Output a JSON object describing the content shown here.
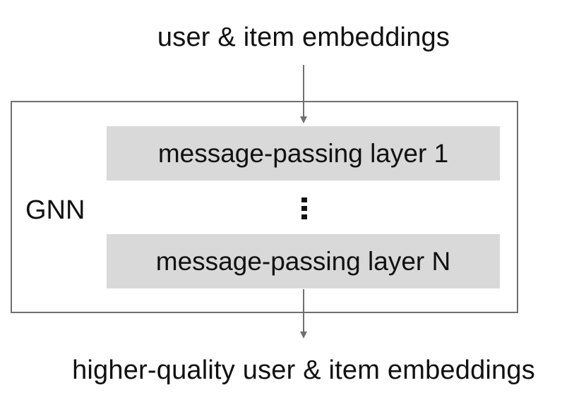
{
  "diagram": {
    "input_label": "user & item embeddings",
    "output_label": "higher-quality user & item embeddings",
    "container_label": "GNN",
    "layers": [
      {
        "label": "message-passing layer 1"
      },
      {
        "label": "message-passing layer N"
      }
    ],
    "ellipsis_icon": "vertical-ellipsis",
    "colors": {
      "layer_fill": "#d9d9d9",
      "frame_stroke": "#6f6f6f",
      "arrow": "#6f6f6f",
      "text": "#111111"
    }
  }
}
